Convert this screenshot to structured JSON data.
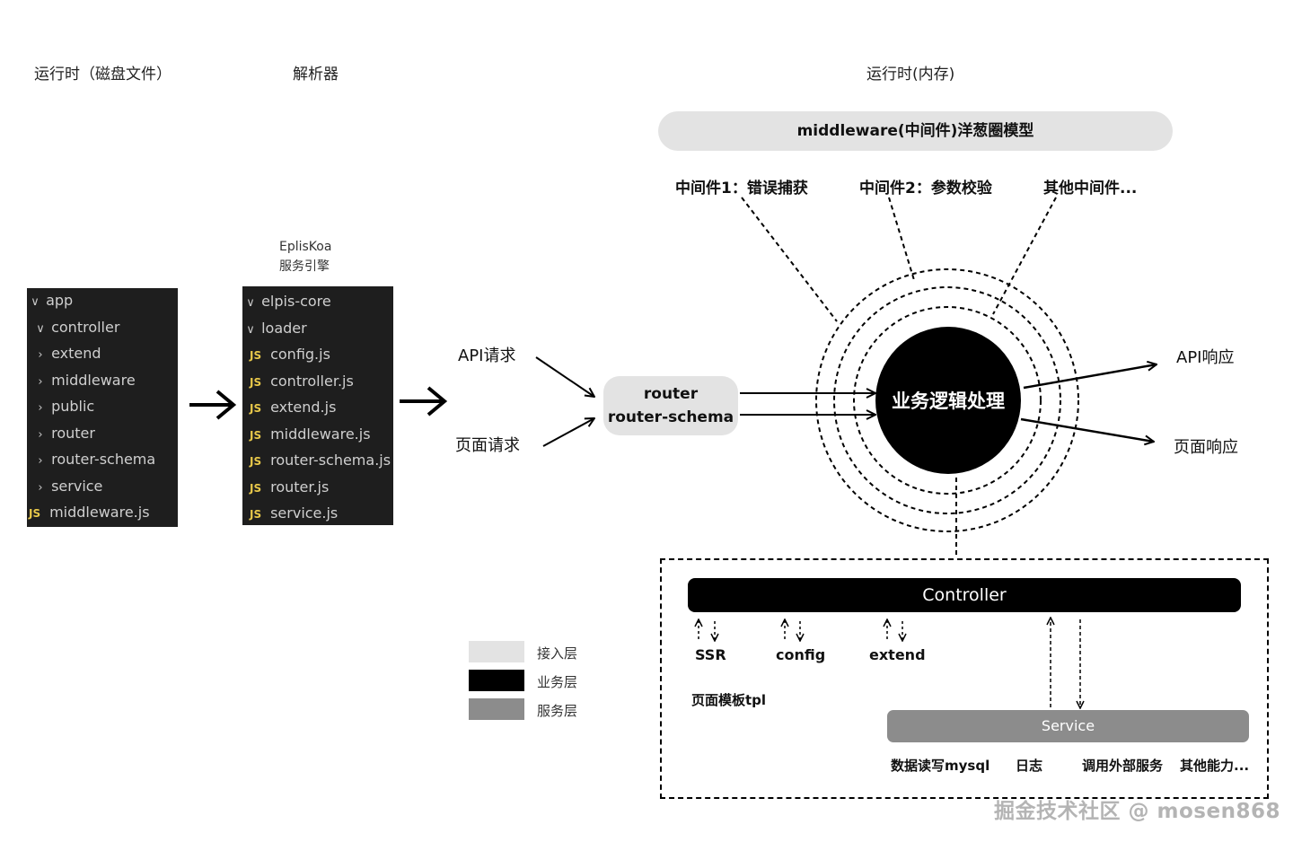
{
  "headings": {
    "runtime_disk": "运行时（磁盘文件）",
    "parser": "解析器",
    "runtime_memory": "运行时(内存)"
  },
  "engine": {
    "name": "EplisKoa",
    "subtitle": "服务引擎"
  },
  "disk_tree": [
    {
      "label": "app",
      "type": "folder-open",
      "indent": 0
    },
    {
      "label": "controller",
      "type": "folder-open",
      "indent": 1
    },
    {
      "label": "extend",
      "type": "folder",
      "indent": 1
    },
    {
      "label": "middleware",
      "type": "folder",
      "indent": 1
    },
    {
      "label": "public",
      "type": "folder",
      "indent": 1
    },
    {
      "label": "router",
      "type": "folder",
      "indent": 1
    },
    {
      "label": "router-schema",
      "type": "folder",
      "indent": 1
    },
    {
      "label": "service",
      "type": "folder",
      "indent": 1
    },
    {
      "label": "middleware.js",
      "type": "js",
      "indent": 0
    }
  ],
  "parser_tree": [
    {
      "label": "elpis-core",
      "type": "folder-open",
      "indent": 0
    },
    {
      "label": "loader",
      "type": "folder-open",
      "indent": 0
    },
    {
      "label": "config.js",
      "type": "js",
      "indent": 1
    },
    {
      "label": "controller.js",
      "type": "js",
      "indent": 1
    },
    {
      "label": "extend.js",
      "type": "js",
      "indent": 1
    },
    {
      "label": "middleware.js",
      "type": "js",
      "indent": 1
    },
    {
      "label": "router-schema.js",
      "type": "js",
      "indent": 1
    },
    {
      "label": "router.js",
      "type": "js",
      "indent": 1
    },
    {
      "label": "service.js",
      "type": "js",
      "indent": 1
    }
  ],
  "js_badge": "JS",
  "requests": {
    "api": "API请求",
    "page": "页面请求"
  },
  "router_box": {
    "line1": "router",
    "line2": "router-schema"
  },
  "middleware": {
    "title": "middleware(中间件)洋葱圈模型",
    "items": [
      "中间件1：错误捕获",
      "中间件2：参数校验",
      "其他中间件..."
    ]
  },
  "core_label": "业务逻辑处理",
  "responses": {
    "api": "API响应",
    "page": "页面响应"
  },
  "controller": {
    "title": "Controller",
    "items": [
      "SSR",
      "config",
      "extend"
    ],
    "template_label": "页面模板tpl"
  },
  "service": {
    "title": "Service",
    "items": [
      "数据读写mysql",
      "日志",
      "调用外部服务",
      "其他能力..."
    ]
  },
  "legend": [
    {
      "label": "接入层",
      "color": "#e3e3e3"
    },
    {
      "label": "业务层",
      "color": "#000000"
    },
    {
      "label": "服务层",
      "color": "#8c8c8c"
    }
  ],
  "watermark": "掘金技术社区 @ mosen868"
}
